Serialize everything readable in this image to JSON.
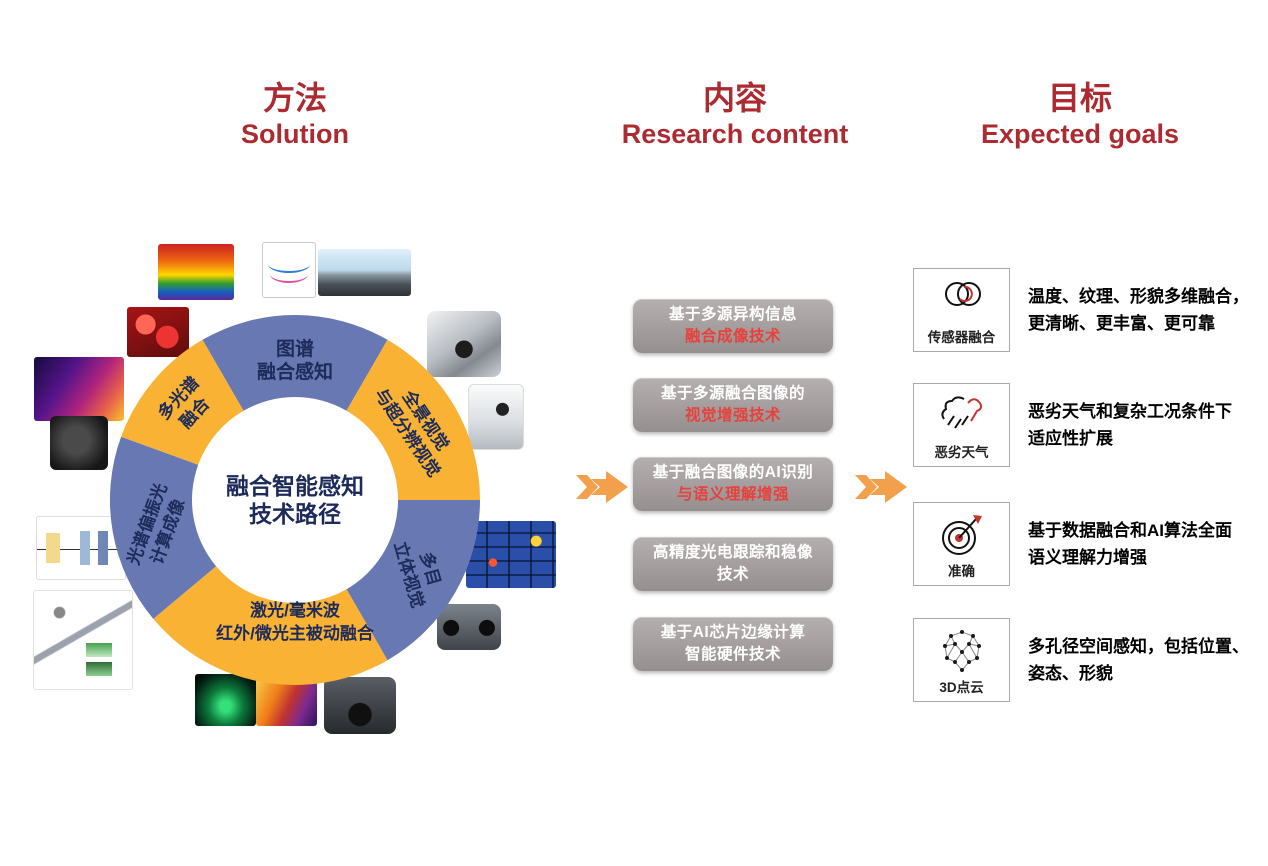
{
  "headers": {
    "solution": {
      "zh": "方法",
      "en": "Solution"
    },
    "content": {
      "zh": "内容",
      "en": "Research content"
    },
    "goals": {
      "zh": "目标",
      "en": "Expected goals"
    }
  },
  "colors": {
    "header_red": "#ab2b31",
    "highlight_red": "#e8403a",
    "donut_blue": "#6878b3",
    "donut_yellow": "#f9b234",
    "arrow_orange": "#f2a04b",
    "box_gray": "#a29c9c",
    "donut_text_navy": "#1c2b5a"
  },
  "donut": {
    "center_line1": "融合智能感知",
    "center_line2": "技术路径",
    "segments": [
      {
        "name": "spectrum-fusion-sensing",
        "line1": "图谱",
        "line2": "融合感知",
        "color": "#6878b3"
      },
      {
        "name": "panoramic-super-resolution-vision",
        "line1": "全景视觉",
        "line2": "与超分辨视觉",
        "color": "#f9b234"
      },
      {
        "name": "multi-eye-stereo-vision",
        "line1": "多目",
        "line2": "立体视觉",
        "color": "#6878b3"
      },
      {
        "name": "laser-mmwave-ir-fusion",
        "line1": "激光/毫米波",
        "line2": "红外/微光主被动融合",
        "color": "#f9b234"
      },
      {
        "name": "spectral-polarization-computational-imaging",
        "line1": "光谱偏振光",
        "line2": "计算成像",
        "color": "#6878b3"
      },
      {
        "name": "multispectral-fusion",
        "line1": "多光谱",
        "line2": "融合",
        "color": "#f9b234"
      }
    ]
  },
  "figures": [
    "thermal-fruit-cube",
    "spectral-curve-chart",
    "panorama-street",
    "red-fruits-photo",
    "purple-thermal-image",
    "multi-lens-cube-camera",
    "white-camera-device",
    "black-sensor-device",
    "lens-optics-diagram",
    "optical-system-diagram",
    "blue-bricks-thermal",
    "stereo-camera",
    "night-vision-ship",
    "thermal-scene",
    "gimbal-camera"
  ],
  "research": {
    "items": [
      {
        "line1": "基于多源异构信息",
        "line2": "融合成像技术",
        "highlight": true
      },
      {
        "line1": "基于多源融合图像的",
        "line2": "视觉增强技术",
        "highlight": true
      },
      {
        "line1": "基于融合图像的AI识别",
        "line2": "与语义理解增强",
        "highlight": true
      },
      {
        "line1": "高精度光电跟踪和稳像",
        "line2": "技术",
        "highlight": false
      },
      {
        "line1": "基于AI芯片边缘计算",
        "line2": "智能硬件技术",
        "highlight": false
      }
    ]
  },
  "goals": [
    {
      "icon": "venn-circles-icon",
      "label": "传感器融合",
      "desc_line1": "温度、纹理、形貌多维融合，",
      "desc_line2": "更清晰、更丰富、更可靠"
    },
    {
      "icon": "bad-weather-icon",
      "label": "恶劣天气",
      "desc_line1": "恶劣天气和复杂工况条件下",
      "desc_line2": "适应性扩展"
    },
    {
      "icon": "target-accuracy-icon",
      "label": "准确",
      "desc_line1": "基于数据融合和AI算法全面",
      "desc_line2": "语义理解力增强"
    },
    {
      "icon": "point-cloud-icon",
      "label": "3D点云",
      "desc_line1": "多孔径空间感知，包括位置、",
      "desc_line2": "姿态、形貌"
    }
  ]
}
